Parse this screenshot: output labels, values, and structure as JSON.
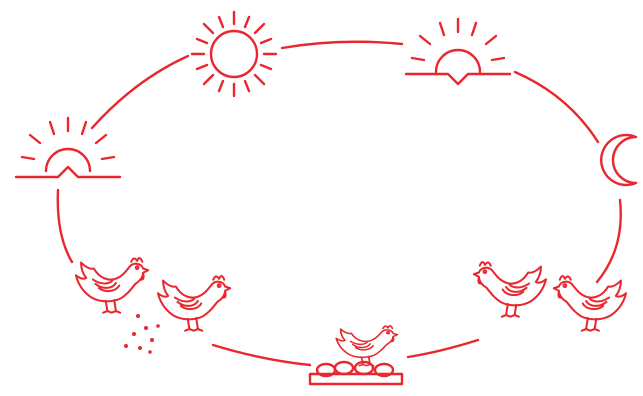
{
  "diagram": {
    "stroke_color": "#e8282e",
    "background": "#ffffff",
    "stages": [
      {
        "id": "sunrise",
        "icon": "sunrise-icon"
      },
      {
        "id": "noon",
        "icon": "sun-icon"
      },
      {
        "id": "sunset",
        "icon": "sunset-icon"
      },
      {
        "id": "night",
        "icon": "moon-icon"
      },
      {
        "id": "roosting",
        "icon": "two-hens-resting-icon"
      },
      {
        "id": "laying",
        "icon": "hen-on-nest-with-eggs-icon"
      },
      {
        "id": "feeding",
        "icon": "two-hens-feeding-icon"
      }
    ]
  }
}
